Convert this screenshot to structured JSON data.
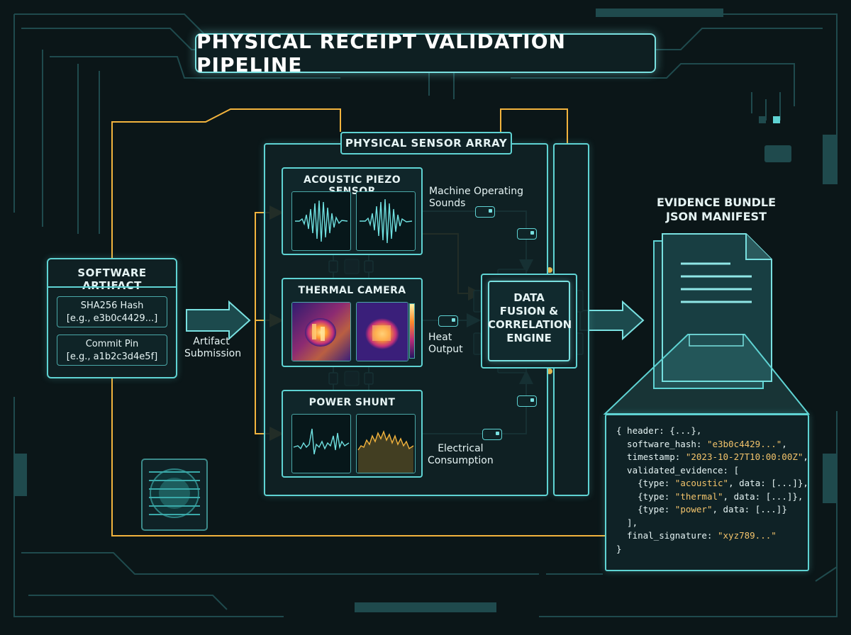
{
  "title": "PHYSICAL RECEIPT VALIDATION PIPELINE",
  "software_artifact": {
    "title": "SOFTWARE ARTIFACT",
    "fields": [
      {
        "label": "SHA256 Hash",
        "example": "[e.g., e3b0c4429...]"
      },
      {
        "label": "Commit Pin",
        "example": "[e.g., a1b2c3d4e5f]"
      }
    ]
  },
  "submission_label": [
    "Artifact",
    "Submission"
  ],
  "sensor_array": {
    "title": "PHYSICAL SENSOR ARRAY",
    "sensors": [
      {
        "title": "ACOUSTIC PIEZO SENSOR",
        "output": [
          "Machine Operating",
          "Sounds"
        ]
      },
      {
        "title": "THERMAL CAMERA",
        "output": [
          "Heat",
          "Output"
        ]
      },
      {
        "title": "POWER SHUNT",
        "output": [
          "Electrical",
          "Consumption"
        ]
      }
    ]
  },
  "fusion_engine": {
    "lines": [
      "DATA",
      "FUSION &",
      "CORRELATION",
      "ENGINE"
    ]
  },
  "evidence_bundle": {
    "title": [
      "EVIDENCE BUNDLE",
      "JSON MANIFEST"
    ],
    "manifest_lines": [
      [
        {
          "t": "{ header: {...},"
        }
      ],
      [
        {
          "t": "  software_hash: "
        },
        {
          "t": "\"e3b0c4429...\"",
          "s": true
        },
        {
          "t": ","
        }
      ],
      [
        {
          "t": "  timestamp: "
        },
        {
          "t": "\"2023-10-27T10:00:00Z\"",
          "s": true
        },
        {
          "t": ","
        }
      ],
      [
        {
          "t": "  validated_evidence: ["
        }
      ],
      [
        {
          "t": "    {type: "
        },
        {
          "t": "\"acoustic\"",
          "s": true
        },
        {
          "t": ", data: [...]},"
        }
      ],
      [
        {
          "t": "    {type: "
        },
        {
          "t": "\"thermal\"",
          "s": true
        },
        {
          "t": ", data: [...]},"
        }
      ],
      [
        {
          "t": "    {type: "
        },
        {
          "t": "\"power\"",
          "s": true
        },
        {
          "t": ", data: [...]}"
        }
      ],
      [
        {
          "t": "  ],"
        }
      ],
      [
        {
          "t": "  final_signature: "
        },
        {
          "t": "\"xyz789...\"",
          "s": true
        }
      ],
      [
        {
          "t": "}"
        }
      ]
    ]
  },
  "colors": {
    "background": "#0b1618",
    "cyan": "#5fd3d3",
    "amber": "#f2b33d",
    "json_string": "#f2c36b"
  }
}
